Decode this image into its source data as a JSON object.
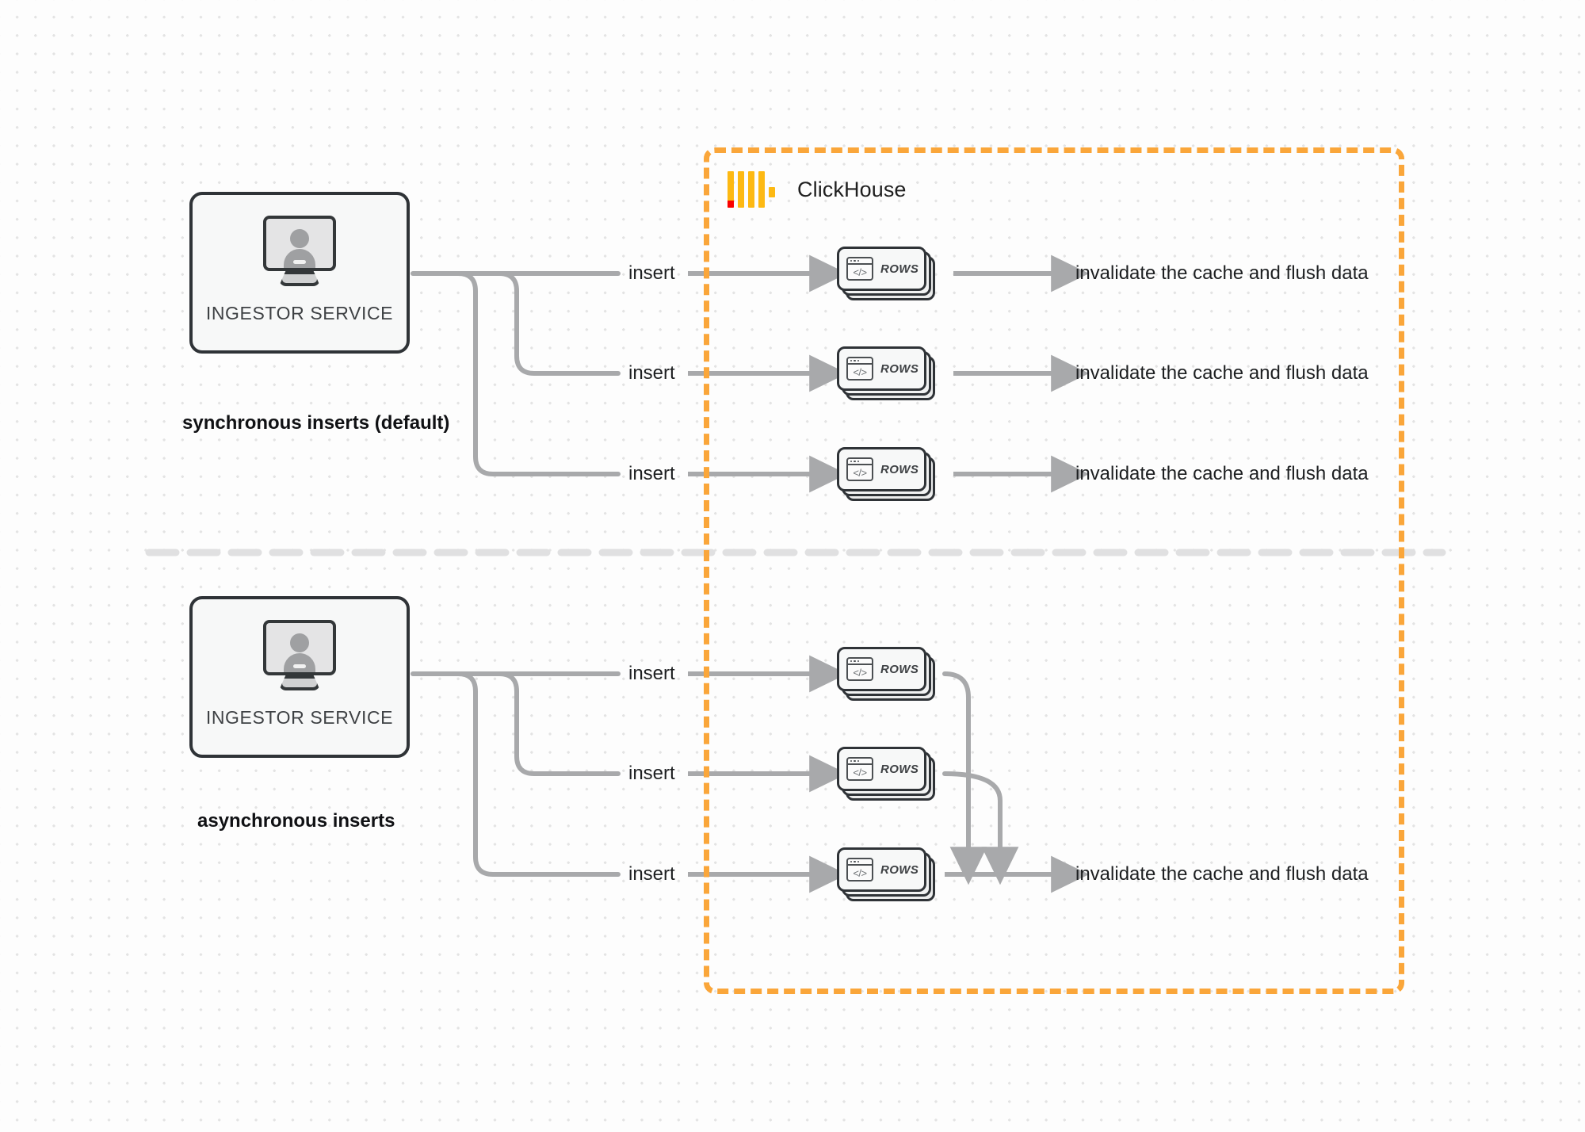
{
  "diagram": {
    "title": "ClickHouse synchronous vs asynchronous inserts",
    "background": "#fdfdfd",
    "colors": {
      "boundary_orange": "#faa63a",
      "logo_orange": "#fdb913",
      "logo_red": "#fa0000",
      "connector_grey": "#a8a9ab",
      "box_stroke": "#2f3337",
      "text": "#1d1f21"
    }
  },
  "clickhouse": {
    "label": "ClickHouse",
    "logo_icon": "clickhouse-logo-icon",
    "boundary_style": "dashed"
  },
  "sections": [
    {
      "id": "synchronous",
      "caption": "synchronous inserts (default)",
      "service": {
        "label": "INGESTOR SERVICE",
        "icon": "monitor-user-icon"
      },
      "rows": [
        {
          "insert_label": "insert",
          "card_label": "ROWS",
          "card_icon": "code-window-icon",
          "result_label": "invalidate the cache and flush data"
        },
        {
          "insert_label": "insert",
          "card_label": "ROWS",
          "card_icon": "code-window-icon",
          "result_label": "invalidate the cache and flush data"
        },
        {
          "insert_label": "insert",
          "card_label": "ROWS",
          "card_icon": "code-window-icon",
          "result_label": "invalidate the cache and flush data"
        }
      ]
    },
    {
      "id": "asynchronous",
      "caption": "asynchronous inserts",
      "service": {
        "label": "INGESTOR SERVICE",
        "icon": "monitor-user-icon"
      },
      "rows": [
        {
          "insert_label": "insert",
          "card_label": "ROWS",
          "card_icon": "code-window-icon"
        },
        {
          "insert_label": "insert",
          "card_label": "ROWS",
          "card_icon": "code-window-icon"
        },
        {
          "insert_label": "insert",
          "card_label": "ROWS",
          "card_icon": "code-window-icon"
        }
      ],
      "merged_result_label": "invalidate the cache and flush data"
    }
  ]
}
